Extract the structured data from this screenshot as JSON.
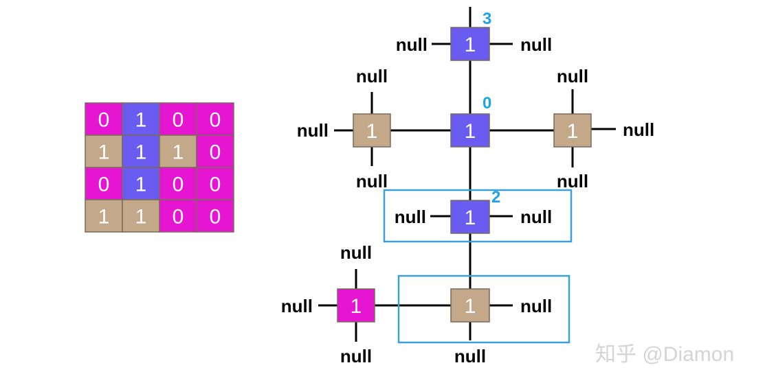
{
  "colors": {
    "blue": "#6a5cf0",
    "tan": "#c4a88a",
    "magenta": "#e615d2",
    "index_label": "#1ea4e6",
    "highlight_box": "#3aa0d8",
    "grid_border": "#7a6a5a"
  },
  "grid": {
    "rows": [
      [
        {
          "value": "0",
          "color": "magenta"
        },
        {
          "value": "1",
          "color": "blue"
        },
        {
          "value": "0",
          "color": "magenta"
        },
        {
          "value": "0",
          "color": "magenta"
        }
      ],
      [
        {
          "value": "1",
          "color": "tan"
        },
        {
          "value": "1",
          "color": "blue"
        },
        {
          "value": "1",
          "color": "tan"
        },
        {
          "value": "0",
          "color": "magenta"
        }
      ],
      [
        {
          "value": "0",
          "color": "magenta"
        },
        {
          "value": "1",
          "color": "blue"
        },
        {
          "value": "0",
          "color": "magenta"
        },
        {
          "value": "0",
          "color": "magenta"
        }
      ],
      [
        {
          "value": "1",
          "color": "tan"
        },
        {
          "value": "1",
          "color": "tan"
        },
        {
          "value": "0",
          "color": "magenta"
        },
        {
          "value": "0",
          "color": "magenta"
        }
      ]
    ]
  },
  "graph": {
    "null_text": "null",
    "nodes": {
      "top": {
        "value": "1",
        "color": "blue",
        "index": "3"
      },
      "center": {
        "value": "1",
        "color": "blue",
        "index": "0"
      },
      "left": {
        "value": "1",
        "color": "tan"
      },
      "right": {
        "value": "1",
        "color": "tan"
      },
      "middle": {
        "value": "1",
        "color": "blue",
        "index": "2"
      },
      "bottom": {
        "value": "1",
        "color": "tan"
      },
      "bottom_left": {
        "value": "1",
        "color": "magenta"
      }
    }
  },
  "watermark": {
    "text": "知乎 @Diamon"
  }
}
